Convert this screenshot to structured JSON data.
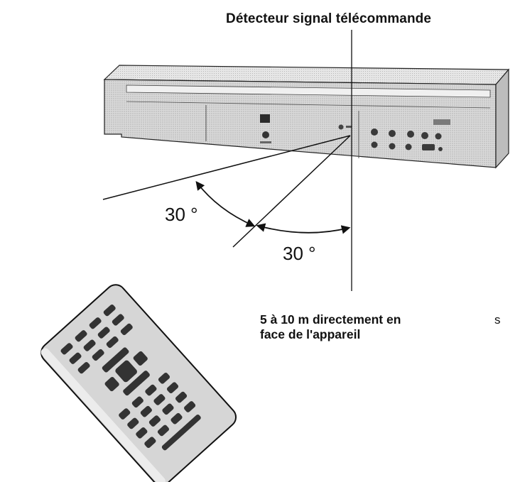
{
  "labels": {
    "detector": "Détecteur signal télécommande",
    "angle_left": "30 °",
    "angle_right": "30 °",
    "distance_line1": "5 à 10 m directement en",
    "distance_line2": "face de l'appareil",
    "corner_mark": "s"
  },
  "colors": {
    "ink": "#111111",
    "device_face": "#d4d4d4",
    "device_top": "#e2e2e2",
    "device_side": "#bcbcbc",
    "remote_body": "#dadada",
    "button": "#3a3a3a"
  },
  "icons": {
    "device": "dvd-recorder-icon",
    "remote": "remote-control-icon",
    "arrow": "double-headed-arc-arrow"
  }
}
